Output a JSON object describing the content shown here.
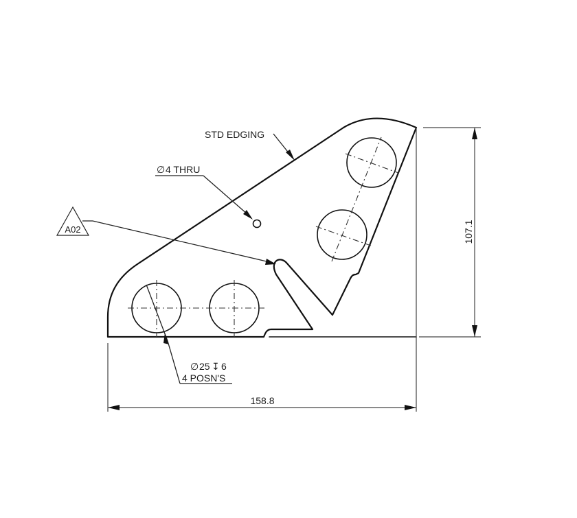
{
  "drawing": {
    "type": "engineering-part-drawing",
    "annotations": {
      "std_edging": "STD EDGING",
      "hole_small": "Ø4 THRU",
      "hole_small_symbol": "∅",
      "hole_small_text": "4 THRU",
      "datum_tag": "A02",
      "hole_large_line1_symbol": "∅",
      "hole_large_line1_value": "25",
      "hole_large_depth_symbol": "↧",
      "hole_large_depth_value": "6",
      "hole_large_line2": "4 POSN'S"
    },
    "dimensions": {
      "width": "158.8",
      "height": "107.1"
    },
    "features": {
      "large_holes_count": 4,
      "small_hole_count": 1,
      "slot_count": 1
    },
    "colors": {
      "line": "#111111",
      "dimension_line": "#444444",
      "background": "#ffffff"
    }
  }
}
